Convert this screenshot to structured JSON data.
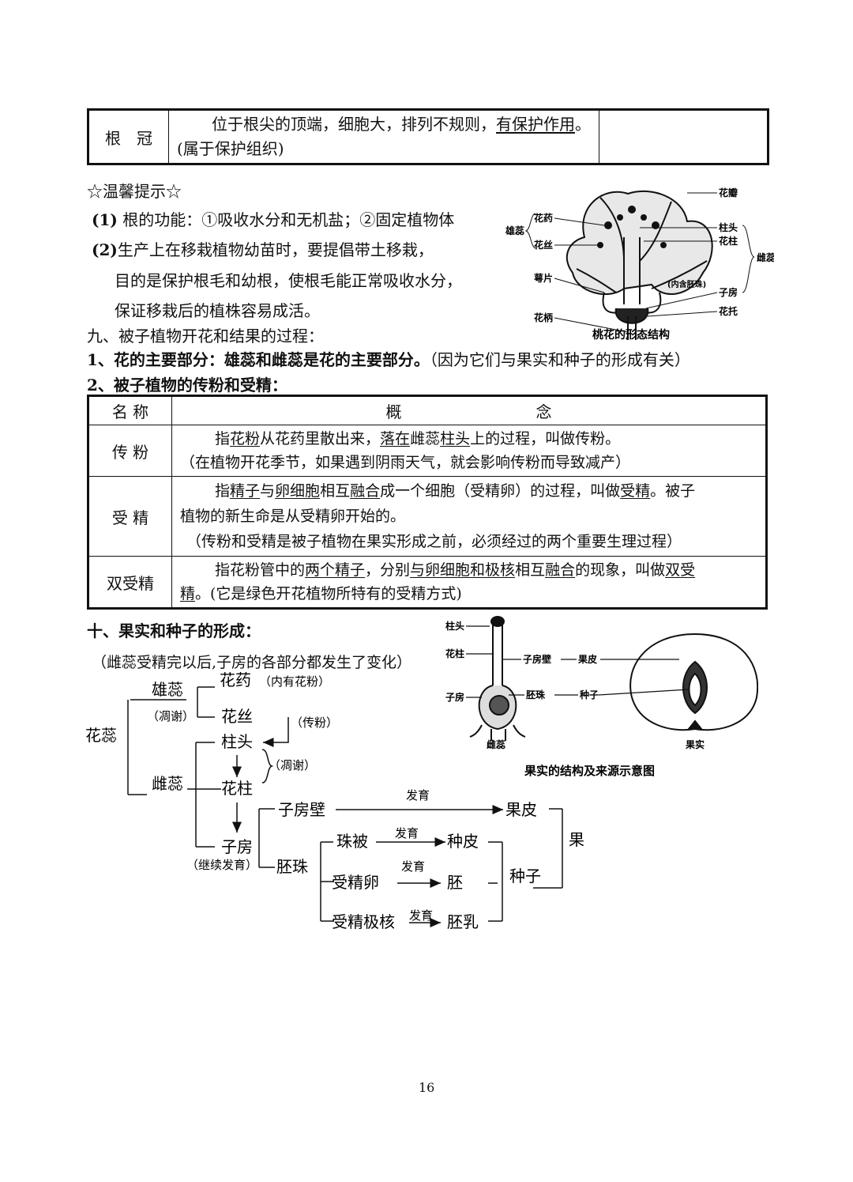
{
  "root_table": {
    "name": "根　冠",
    "desc_pre": "位于根尖的顶端，细胞大，排列不规则，",
    "desc_u1": "有保护作",
    "desc_u2": "用",
    "desc_post": "。(属于保护组织)"
  },
  "tip": {
    "title": "☆温馨提示☆",
    "l1_num": "(1)",
    "l1": "根的功能：①吸收水分和无机盐；②固定植物体",
    "l2_num": "(2)",
    "l2": "生产上在移栽植物幼苗时，要提倡带土移栽，",
    "l3": "目的是保护根毛和幼根，使根毛能正常吸收水分，",
    "l4": "保证移栽后的植株容易成活。"
  },
  "flower_fig": {
    "petal": "花瓣",
    "anther": "花药",
    "stamen": "雄蕊",
    "filament": "花丝",
    "stigma": "柱头",
    "style": "花柱",
    "pistil": "雌蕊",
    "sepal": "萼片",
    "ovule_note": "(内含胚珠)",
    "ovary": "子房",
    "receptacle": "花托",
    "pedicel": "花柄",
    "caption": "桃花的形态结构"
  },
  "sec9": {
    "title": "九、被子植物开花和结果的过程：",
    "p1_bold": "1、花的主要部分：雄蕊和雌蕊是花的主要部分。",
    "p1_norm": "（因为它们与果实和种子的形成有关）",
    "p2": "2、被子植物的传粉和受精："
  },
  "concept_table": {
    "h_name": "名 称",
    "h_concept1": "概",
    "h_concept2": "念",
    "r1_name": "传 粉",
    "r1_a": "指",
    "r1_u1": "花粉",
    "r1_b": "从花药里散出来，",
    "r1_u2": "落在",
    "r1_c": "雌蕊",
    "r1_u3": "柱头",
    "r1_d": "上的过程，叫做传粉。",
    "r1_note": "（在植物开花季节，如果遇到阴雨天气，就会影响传粉而导致减产）",
    "r2_name": "受 精",
    "r2_a": "指",
    "r2_u1": "精子",
    "r2_b": "与",
    "r2_u2": "卵细胞",
    "r2_c": "相互",
    "r2_u3": "融合",
    "r2_d": "成一个细胞（受精卵）的过程，叫做",
    "r2_u4": "受精",
    "r2_e": "。被子",
    "r2_line2": "植物的新生命是从受精卵开始的。",
    "r2_note": "（传粉和受精是被子植物在果实形成之前，必须经过的两个重要生理过程）",
    "r3_name": "双受精",
    "r3_a": "指花粉管中的",
    "r3_u1": "两个精子",
    "r3_b": "，分别",
    "r3_u2": "与卵细胞和极核",
    "r3_c": "相互",
    "r3_u3": "融合",
    "r3_d": "的现象，叫做",
    "r3_u4": "双受",
    "r3_u5": "精",
    "r3_e": "。(它是绿色开花植物所特有的受精方式)"
  },
  "sec10": {
    "title": "十、果实和种子的形成：",
    "subtitle": "（雌蕊受精完以后,子房的各部分都发生了变化）"
  },
  "fruit_fig": {
    "stigma": "柱头",
    "style": "花柱",
    "ovary": "子房",
    "ovary_wall": "子房壁",
    "pericarp": "果皮",
    "ovule": "胚珠",
    "seed": "种子",
    "pistil": "雌蕊",
    "fruit": "果实",
    "caption": "果实的结构及来源示意图"
  },
  "diagram": {
    "huarui": "花蕊",
    "xiongrui": "雄蕊",
    "diaoxie1": "（凋谢）",
    "huayao": "花药",
    "huayao_note": "（内有花粉）",
    "huasi": "花丝",
    "chuanfen": "（传粉）",
    "zhutou": "柱头",
    "diaoxie2": "（凋谢）",
    "cirui": "雌蕊",
    "huazhu": "花柱",
    "zifang": "子房",
    "jixu": "（继续发育）",
    "zifangbi": "子房壁",
    "fayu1": "发育",
    "guopi": "果皮",
    "guoshi": "果实",
    "peizhu": "胚珠",
    "zhubei": "珠被",
    "fayu2": "发育",
    "zhongpi": "种皮",
    "shoujingluan": "受精卵",
    "fayu3": "发育",
    "pei": "胚",
    "zhongzi": "种子",
    "shoujingjihe": "受精极核",
    "fayu4": "发育",
    "peiru": "胚乳"
  },
  "page_number": "16"
}
